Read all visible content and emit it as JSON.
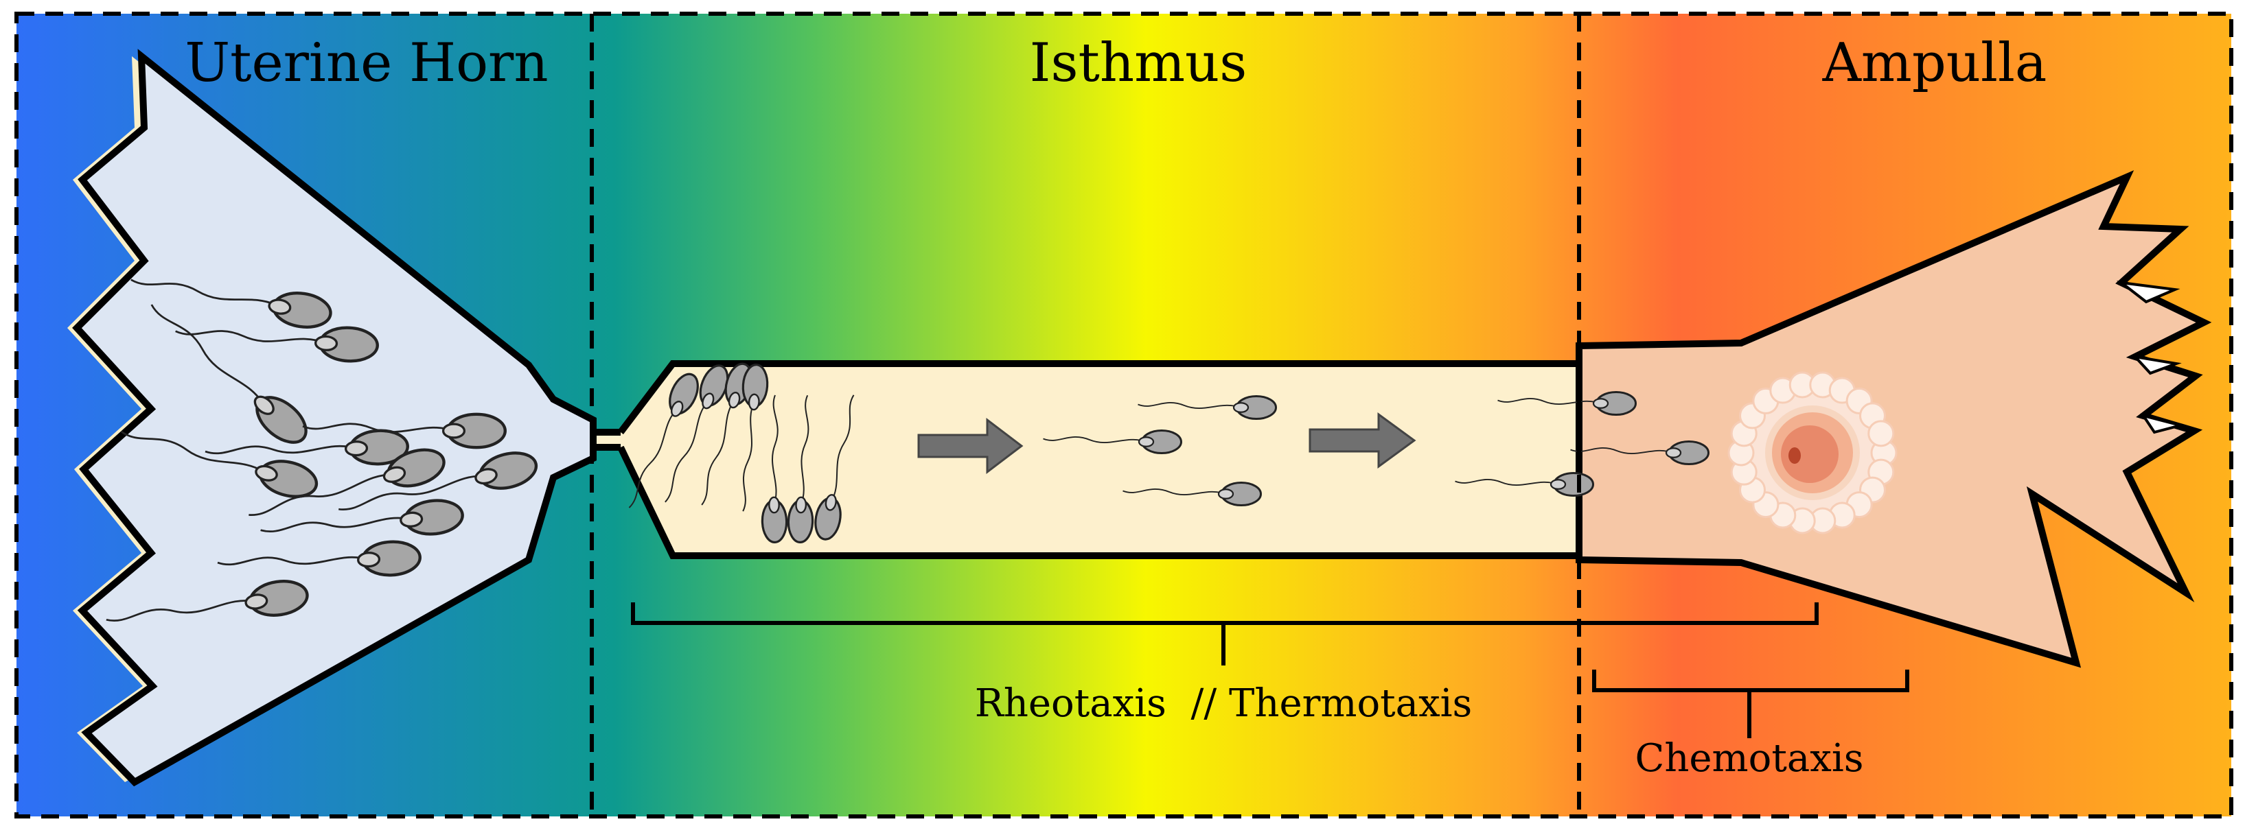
{
  "regions": {
    "uterine_horn": "Uterine Horn",
    "isthmus": "Isthmus",
    "ampulla": "Ampulla"
  },
  "processes": {
    "rheotaxis_thermotaxis": "Rheotaxis  // Thermotaxis",
    "chemotaxis": "Chemotaxis"
  },
  "colors": {
    "gradient": [
      "#2f6ff7",
      "#0d9a8f",
      "#55c25b",
      "#f7f700",
      "#ffa227",
      "#ff6b36",
      "#ffb21c"
    ],
    "uterus_fill": "#dde6f3",
    "uterus_edge": "#f8efc8",
    "isthmus_fill": "#fdf0cd",
    "ampulla_fill": "#f6c7a6",
    "arrow": "#707070",
    "oocyte": "#e8896a",
    "cumulus": "#fbe4d7"
  }
}
